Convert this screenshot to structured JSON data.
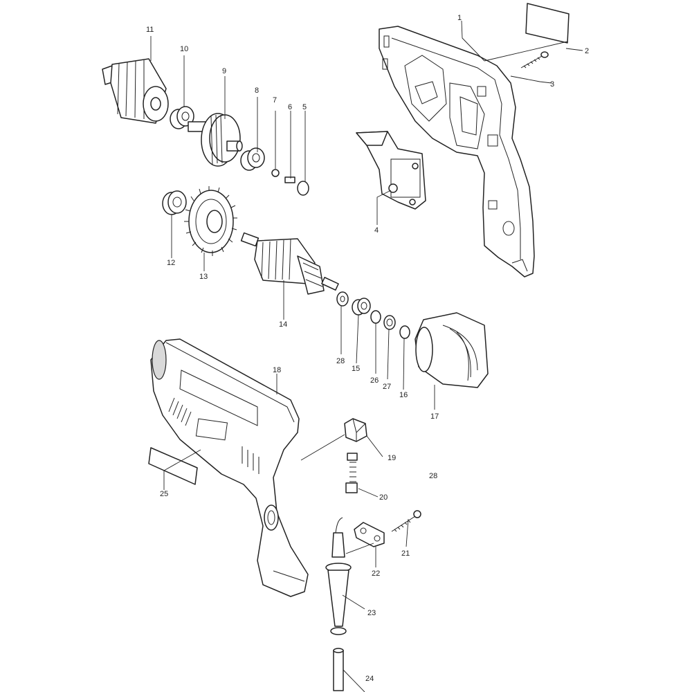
{
  "diagram": {
    "type": "exploded-parts-view",
    "callouts": [
      {
        "id": "c1",
        "text": "1"
      },
      {
        "id": "c2",
        "text": "2"
      },
      {
        "id": "c3",
        "text": "3"
      },
      {
        "id": "c4",
        "text": "4"
      },
      {
        "id": "c5",
        "text": "5"
      },
      {
        "id": "c6",
        "text": "6"
      },
      {
        "id": "c7",
        "text": "7"
      },
      {
        "id": "c8",
        "text": "8"
      },
      {
        "id": "c9",
        "text": "9"
      },
      {
        "id": "c10",
        "text": "10"
      },
      {
        "id": "c11",
        "text": "11"
      },
      {
        "id": "c12",
        "text": "12"
      },
      {
        "id": "c13",
        "text": "13"
      },
      {
        "id": "c14",
        "text": "14"
      },
      {
        "id": "c15",
        "text": "15"
      },
      {
        "id": "c16",
        "text": "16"
      },
      {
        "id": "c17",
        "text": "17"
      },
      {
        "id": "c18",
        "text": "18"
      },
      {
        "id": "c19",
        "text": "19"
      },
      {
        "id": "c20",
        "text": "20"
      },
      {
        "id": "c21",
        "text": "21"
      },
      {
        "id": "c22",
        "text": "22"
      },
      {
        "id": "c23",
        "text": "23"
      },
      {
        "id": "c24",
        "text": "24"
      },
      {
        "id": "c25",
        "text": "25"
      },
      {
        "id": "c26",
        "text": "26"
      },
      {
        "id": "c27",
        "text": "27"
      },
      {
        "id": "c28a",
        "text": "28"
      },
      {
        "id": "c28b",
        "text": "28"
      }
    ]
  }
}
